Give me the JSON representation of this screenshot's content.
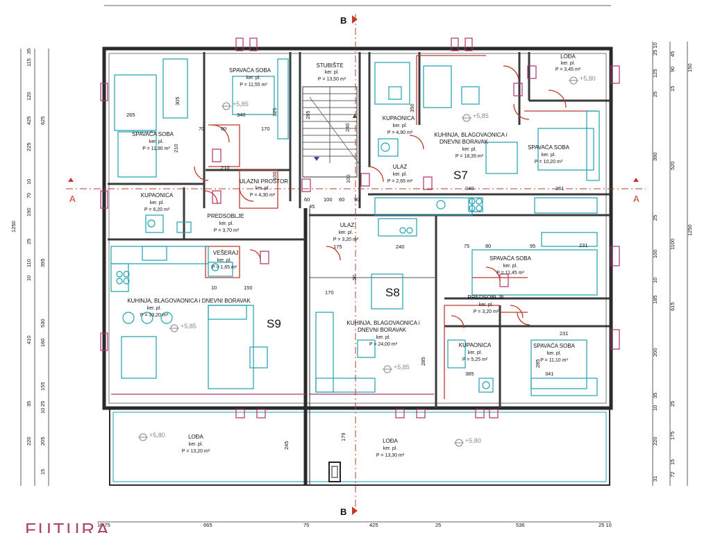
{
  "units": {
    "S7": "S7",
    "S8": "S8",
    "S9": "S9"
  },
  "sections": {
    "a_left": "A",
    "a_right": "A",
    "b_top": "B",
    "b_bottom": "B"
  },
  "area_label": "ker. pl.",
  "rooms": [
    {
      "name": "SPAVAĆA SOBA",
      "area": "P = 11,55 m²"
    },
    {
      "name": "STUBIŠTE",
      "area": "P = 13,50 m²"
    },
    {
      "name": "LOĐA",
      "area": "P = 3,45 m²"
    },
    {
      "name": "SPAVAĆA SOBA",
      "area": "P = 11,90 m²"
    },
    {
      "name": "KUPAONICA",
      "area": "P = 4,90 m²"
    },
    {
      "name": "KUHINJA, BLAGOVAONICA i",
      "name2": "DNEVNI BORAVAK",
      "area": "P = 18,35 m²"
    },
    {
      "name": "SPAVAĆA SOBA",
      "area": "P = 10,20 m²"
    },
    {
      "name": "ULAZNI PROSTOR",
      "area": "P = 4,30 m²"
    },
    {
      "name": "ULAZ",
      "area": "P = 2,65 m²"
    },
    {
      "name": "KUPAONICA",
      "area": "P = 6,20 m²"
    },
    {
      "name": "PREDSOBLJE",
      "area": "P = 3,70 m²"
    },
    {
      "name": "ULAZ",
      "area": "P = 3,20 m²"
    },
    {
      "name": "VEŠERAJ",
      "area": "P = 1,65 m²"
    },
    {
      "name": "SPAVAĆA SOBA",
      "area": "P = 11,45 m²"
    },
    {
      "name": "KUHINJA, BLAGOVAONICA i DNEVNI BORAVAK",
      "area": "P = 33,20 m²"
    },
    {
      "name": "PREDSOBLJE",
      "area": "P = 3,20 m²"
    },
    {
      "name": "KUHINJA, BLAGOVAONICA i",
      "name2": "DNEVNI BORAVAK",
      "area": "P = 24,00 m²"
    },
    {
      "name": "KUPAONICA",
      "area": "P = 5,25 m²"
    },
    {
      "name": "SPAVAĆA SOBA",
      "area": "P = 11,10 m²"
    },
    {
      "name": "LOĐA",
      "area": "P = 13,20 m²"
    },
    {
      "name": "LOĐA",
      "area": "P = 13,30 m²"
    }
  ],
  "levels": [
    "+5,85",
    "+5,80",
    "+5,85",
    "+5,85",
    "+5,85",
    "+5,80",
    "+5,80"
  ],
  "dims_top": [
    "10 75",
    "665",
    "75",
    "425",
    "25",
    "536",
    "25 10"
  ],
  "dims_left": [
    "35",
    "115",
    "120",
    "425",
    "625",
    "225",
    "10",
    "70",
    "190",
    "1250",
    "25",
    "110",
    "395",
    "10",
    "530",
    "410",
    "160",
    "155",
    "35",
    "25",
    "10",
    "220",
    "205",
    "15"
  ],
  "dims_right": [
    "25 10",
    "45",
    "150",
    "90",
    "125",
    "25",
    "15",
    "390",
    "520",
    "25",
    "1250",
    "1100",
    "100",
    "10",
    "615",
    "185",
    "200",
    "35",
    "25",
    "10",
    "220",
    "175",
    "15",
    "31",
    "72"
  ],
  "dims_inner": [
    "265",
    "305",
    "340",
    "325",
    "170",
    "70",
    "80",
    "285",
    "240",
    "350",
    "210",
    "210",
    "60",
    "100",
    "100",
    "60",
    "45",
    "100",
    "90",
    "340",
    "261",
    "175",
    "240",
    "170",
    "50",
    "150",
    "10",
    "231",
    "95",
    "80",
    "75",
    "231",
    "285",
    "341",
    "385",
    "285",
    "245",
    "179"
  ],
  "logo": "FUTURA"
}
